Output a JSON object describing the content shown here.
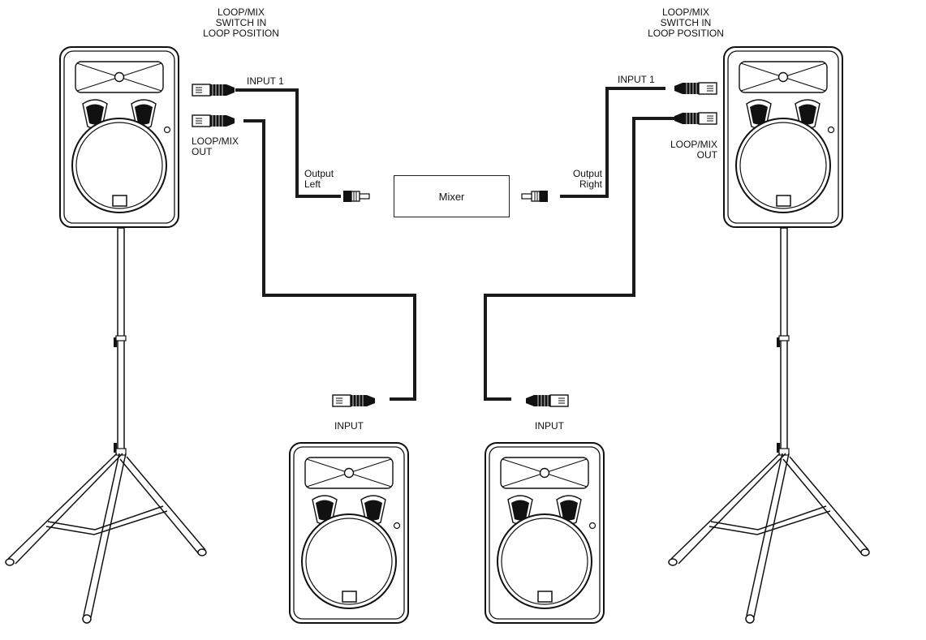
{
  "labels": {
    "left_switch": "LOOP/MIX\nSWITCH IN\nLOOP POSITION",
    "right_switch": "LOOP/MIX\nSWITCH IN\nLOOP POSITION",
    "left_input1": "INPUT 1",
    "right_input1": "INPUT 1",
    "left_loop_out": "LOOP/MIX\nOUT",
    "right_loop_out": "LOOP/MIX\nOUT",
    "output_left": "Output\nLeft",
    "output_right": "Output\nRight",
    "mixer": "Mixer",
    "input_left": "INPUT",
    "input_right": "INPUT"
  },
  "colors": {
    "line": "#111111",
    "cable": "#1a1a1a",
    "background": "#ffffff"
  }
}
